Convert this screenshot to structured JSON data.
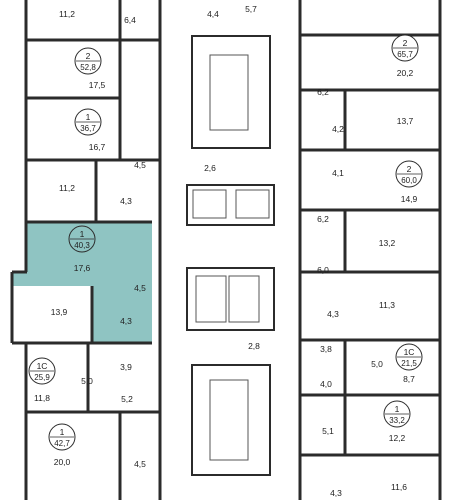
{
  "colors": {
    "wall": "#2b2b2b",
    "thin_line": "#555555",
    "highlight": "#8fc4c2",
    "background": "#ffffff"
  },
  "apartments": [
    {
      "rooms": "2",
      "area": "52,8"
    },
    {
      "rooms": "1",
      "area": "36,7"
    },
    {
      "rooms": "1",
      "area": "40,3",
      "highlighted": true
    },
    {
      "rooms": "1С",
      "area": "25,9"
    },
    {
      "rooms": "1",
      "area": "42,7"
    },
    {
      "rooms": "2",
      "area": "65,7"
    },
    {
      "rooms": "2",
      "area": "60,0"
    },
    {
      "rooms": "1С",
      "area": "21,5"
    },
    {
      "rooms": "1",
      "area": "33,2"
    }
  ],
  "room_areas": [
    "11,2",
    "6,4",
    "17,5",
    "16,7",
    "4,5",
    "11,2",
    "4,3",
    "17,6",
    "4,5",
    "13,9",
    "4,3",
    "3,9",
    "5,0",
    "5,2",
    "11,8",
    "20,0",
    "4,5",
    "4,4",
    "5,7",
    "2,6",
    "2,8",
    "20,2",
    "6,2",
    "13,7",
    "4,2",
    "4,1",
    "14,9",
    "6,2",
    "13,2",
    "6,0",
    "11,3",
    "4,3",
    "3,8",
    "5,0",
    "4,0",
    "8,7",
    "12,2",
    "5,1",
    "11,6",
    "4,3"
  ]
}
